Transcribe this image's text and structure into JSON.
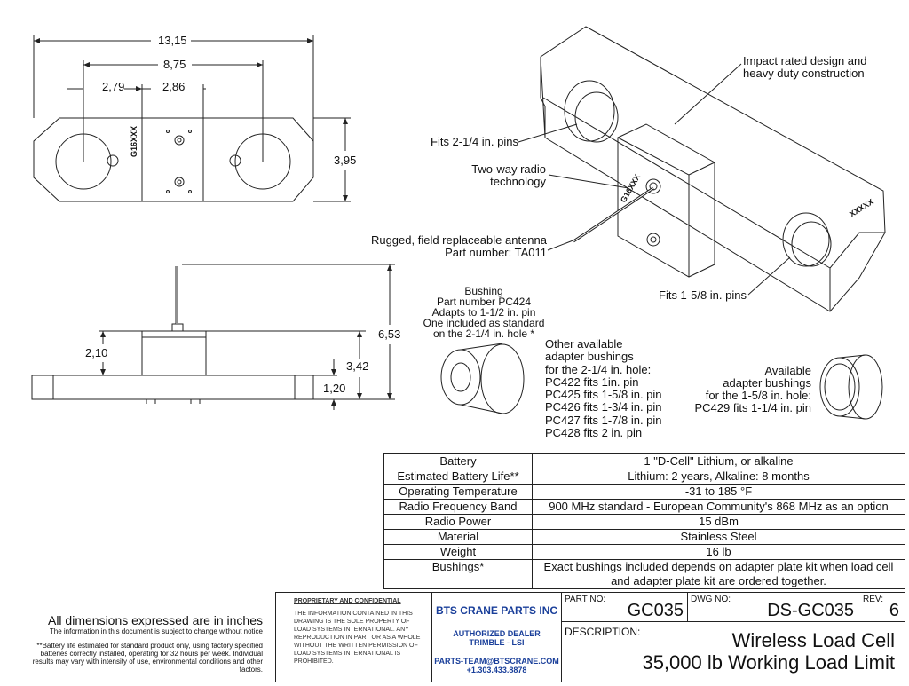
{
  "dimensions_top": {
    "d1": "13,15",
    "d2": "8,75",
    "d3": "2,79",
    "d4": "2,86",
    "d5": "3,95"
  },
  "dimensions_side": {
    "d1": "6,53",
    "d2": "2,10",
    "d3": "3,42",
    "d4": "1,20"
  },
  "part_marking": "G16XXX",
  "callouts": {
    "impact": [
      "Impact rated design and",
      "heavy duty construction"
    ],
    "pins_2_14": "Fits 2-1/4 in. pins",
    "radio": [
      "Two-way radio",
      "technology"
    ],
    "antenna": [
      "Rugged, field replaceable antenna",
      "Part number:  TA011"
    ],
    "pins_1_58": "Fits 1-5/8 in. pins"
  },
  "bushing": [
    "Bushing",
    "Part number PC424",
    "Adapts to 1-1/2 in. pin",
    "One included as standard",
    "on the 2-1/4 in. hole *"
  ],
  "other_bushings": [
    "Other available",
    "adapter bushings",
    "for the 2-1/4 in. hole:",
    "PC422  fits 1in. pin",
    "PC425  fits 1-5/8 in. pin",
    "PC426  fits 1-3/4 in. pin",
    "PC427  fits 1-7/8 in. pin",
    "PC428  fits 2 in. pin"
  ],
  "available_bushings": [
    "Available",
    "adapter bushings",
    "for the 1-5/8 in. hole:",
    "PC429  fits 1-1/4 in. pin"
  ],
  "specs": [
    {
      "key": "Battery",
      "value": "1 \"D-Cell\" Lithium, or alkaline"
    },
    {
      "key": "Estimated Battery Life**",
      "value": "Lithium:  2 years, Alkaline:  8 months"
    },
    {
      "key": "Operating Temperature",
      "value": "-31 to 185 °F"
    },
    {
      "key": "Radio Frequency Band",
      "value": "900 MHz standard - European Community's 868 MHz as an option"
    },
    {
      "key": "Radio Power",
      "value": "15 dBm"
    },
    {
      "key": "Material",
      "value": "Stainless Steel"
    },
    {
      "key": "Weight",
      "value": "16 lb"
    },
    {
      "key": "Bushings*",
      "value": "Exact bushings included depends on adapter plate kit when load cell and adapter plate kit are ordered together."
    }
  ],
  "notes": {
    "dims": "All dimensions expressed are in inches",
    "subject": "The information in this document is subject to change without notice",
    "battery": "**Battery life estimated for standard product only, using factory specified batteries correctly installed, operating for 32 hours per week.  Individual results may vary with intensity of use, environmental conditions and other factors."
  },
  "title_block": {
    "prop_title": "PROPRIETARY AND CONFIDENTIAL",
    "prop_text": "THE INFORMATION CONTAINED IN THIS DRAWING IS THE SOLE PROPERTY OF LOAD SYSTEMS INTERNATIONAL.  ANY REPRODUCTION IN PART OR AS A WHOLE WITHOUT THE WRITTEN PERMISSION OF LOAD SYSTEMS INTERNATIONAL IS PROHIBITED.",
    "company": "BTS CRANE PARTS INC",
    "dealer": [
      "AUTHORIZED DEALER",
      "TRIMBLE - LSI"
    ],
    "contact": [
      "PARTS-TEAM@BTSCRANE.COM",
      "+1.303.433.8878"
    ],
    "part_no_label": "PART NO:",
    "part_no": "GC035",
    "dwg_no_label": "DWG NO:",
    "dwg_no": "DS-GC035",
    "rev_label": "REV:",
    "rev": "6",
    "desc_label": "DESCRIPTION:",
    "desc": [
      "Wireless Load Cell",
      "35,000 lb Working Load Limit"
    ]
  }
}
